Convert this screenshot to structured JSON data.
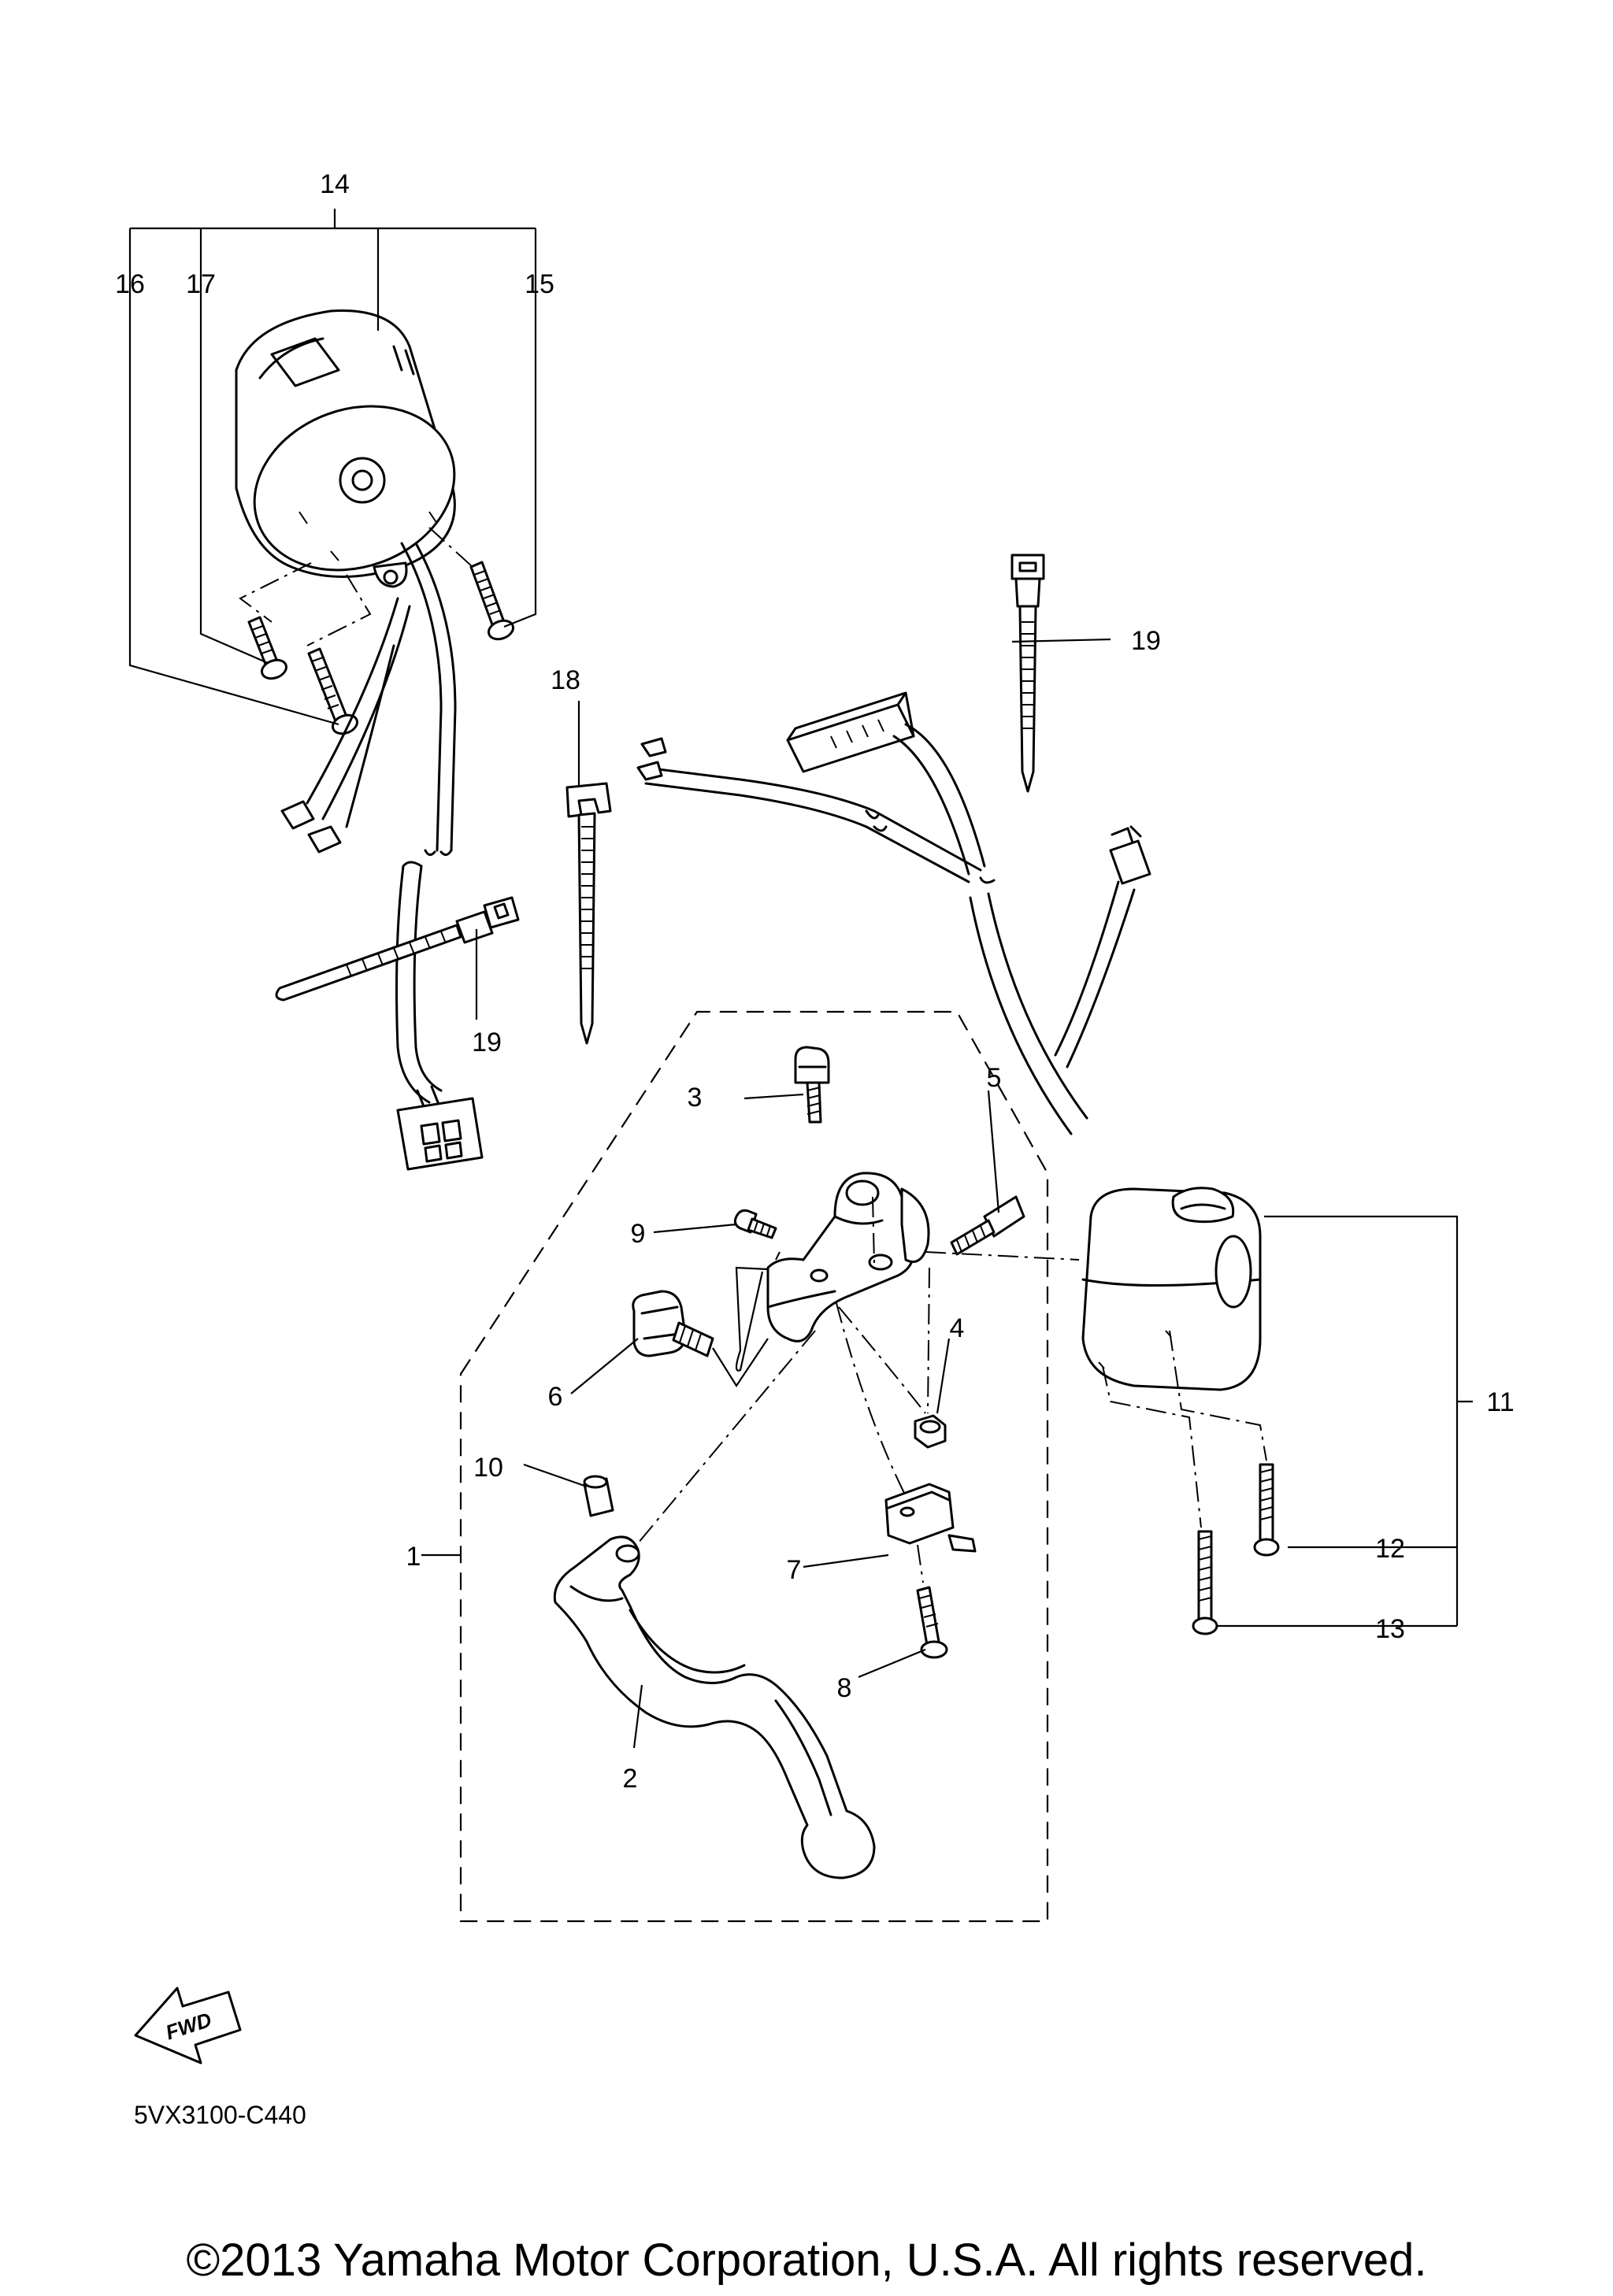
{
  "callouts": {
    "c1": "1",
    "c2": "2",
    "c3": "3",
    "c4": "4",
    "c5": "5",
    "c6": "6",
    "c7": "7",
    "c8": "8",
    "c9": "9",
    "c10": "10",
    "c11": "11",
    "c12": "12",
    "c13": "13",
    "c14": "14",
    "c15": "15",
    "c16": "16",
    "c17": "17",
    "c18": "18",
    "c19a": "19",
    "c19b": "19"
  },
  "fwd_label": "FWD",
  "diagram_code": "5VX3100-C440",
  "copyright": "©2013 Yamaha Motor Corporation, U.S.A. All rights reserved."
}
